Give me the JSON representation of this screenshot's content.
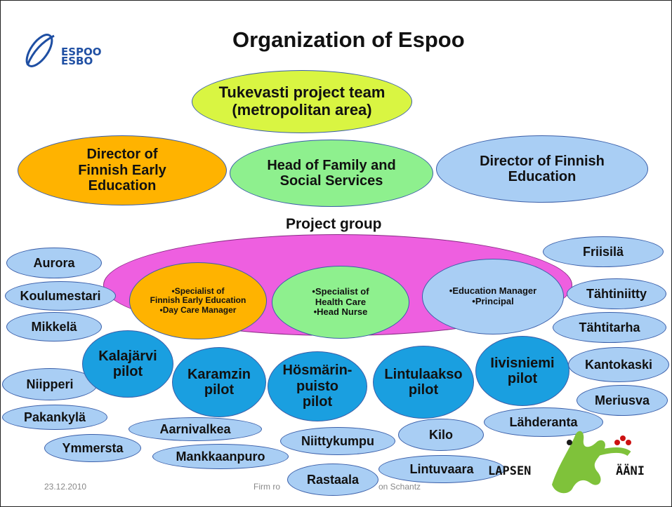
{
  "slide": {
    "title": "Organization of Espoo",
    "logo": {
      "line1": "ESPOO",
      "line2": "ESBO"
    },
    "footer_date": "23.12.2010",
    "footer_left": "Firm ro",
    "footer_right": "on Schantz",
    "brand_logo": {
      "left": "LAPSEN",
      "right": "ÄÄNI"
    }
  },
  "top": {
    "tukevasti": [
      "Tukevasti project team",
      "(metropolitan area)"
    ],
    "director_early": [
      "Director of",
      "Finnish Early",
      "Education"
    ],
    "head_family": [
      "Head of Family and",
      "Social Services"
    ],
    "director_finnish": [
      "Director of Finnish",
      "Education"
    ]
  },
  "project_group": {
    "label": "Project group",
    "specialist_early": [
      "•Specialist of",
      "Finnish Early  Education",
      "•Day Care Manager"
    ],
    "specialist_health": [
      "•Specialist of",
      "Health Care",
      "•Head Nurse"
    ],
    "education_manager": [
      "•Education Manager",
      "•Principal"
    ]
  },
  "units": {
    "aurora": "Aurora",
    "koulumestari": "Koulumestari",
    "mikkela": "Mikkelä",
    "niipperi": "Niipperi",
    "pakankyla": "Pakankylä",
    "ymmersta": "Ymmersta",
    "aarnivalkea": "Aarnivalkea",
    "mankkaanpuro": "Mankkaanpuro",
    "niittykumpu": "Niittykumpu",
    "rastaala": "Rastaala",
    "kilo": "Kilo",
    "lintuvaara": "Lintuvaara",
    "lahderanta": "Lähderanta",
    "friisila": "Friisilä",
    "tahtiniitty": "Tähtiniitty",
    "tahtitarha": "Tähtitarha",
    "kantokaski": "Kantokaski",
    "meriusva": "Meriusva"
  },
  "pilots": {
    "kalajarvi": [
      "Kalajärvi",
      "pilot"
    ],
    "karamzin": [
      "Karamzin",
      "pilot"
    ],
    "hosmarin": [
      "Hösmärin-",
      "puisto",
      "pilot"
    ],
    "lintulaakso": [
      "Lintulaakso",
      "pilot"
    ],
    "iivisniemi": [
      "Iivisniemi",
      "pilot"
    ]
  },
  "colors": {
    "yellow_green": "#d9f542",
    "orange": "#ffb300",
    "light_green": "#8ef08e",
    "light_blue": "#a9cef4",
    "magenta": "#ee5fe0",
    "pilot_blue": "#1a9fe0",
    "logo_blue": "#1f4fa3",
    "brand_green": "#7fc23a"
  }
}
